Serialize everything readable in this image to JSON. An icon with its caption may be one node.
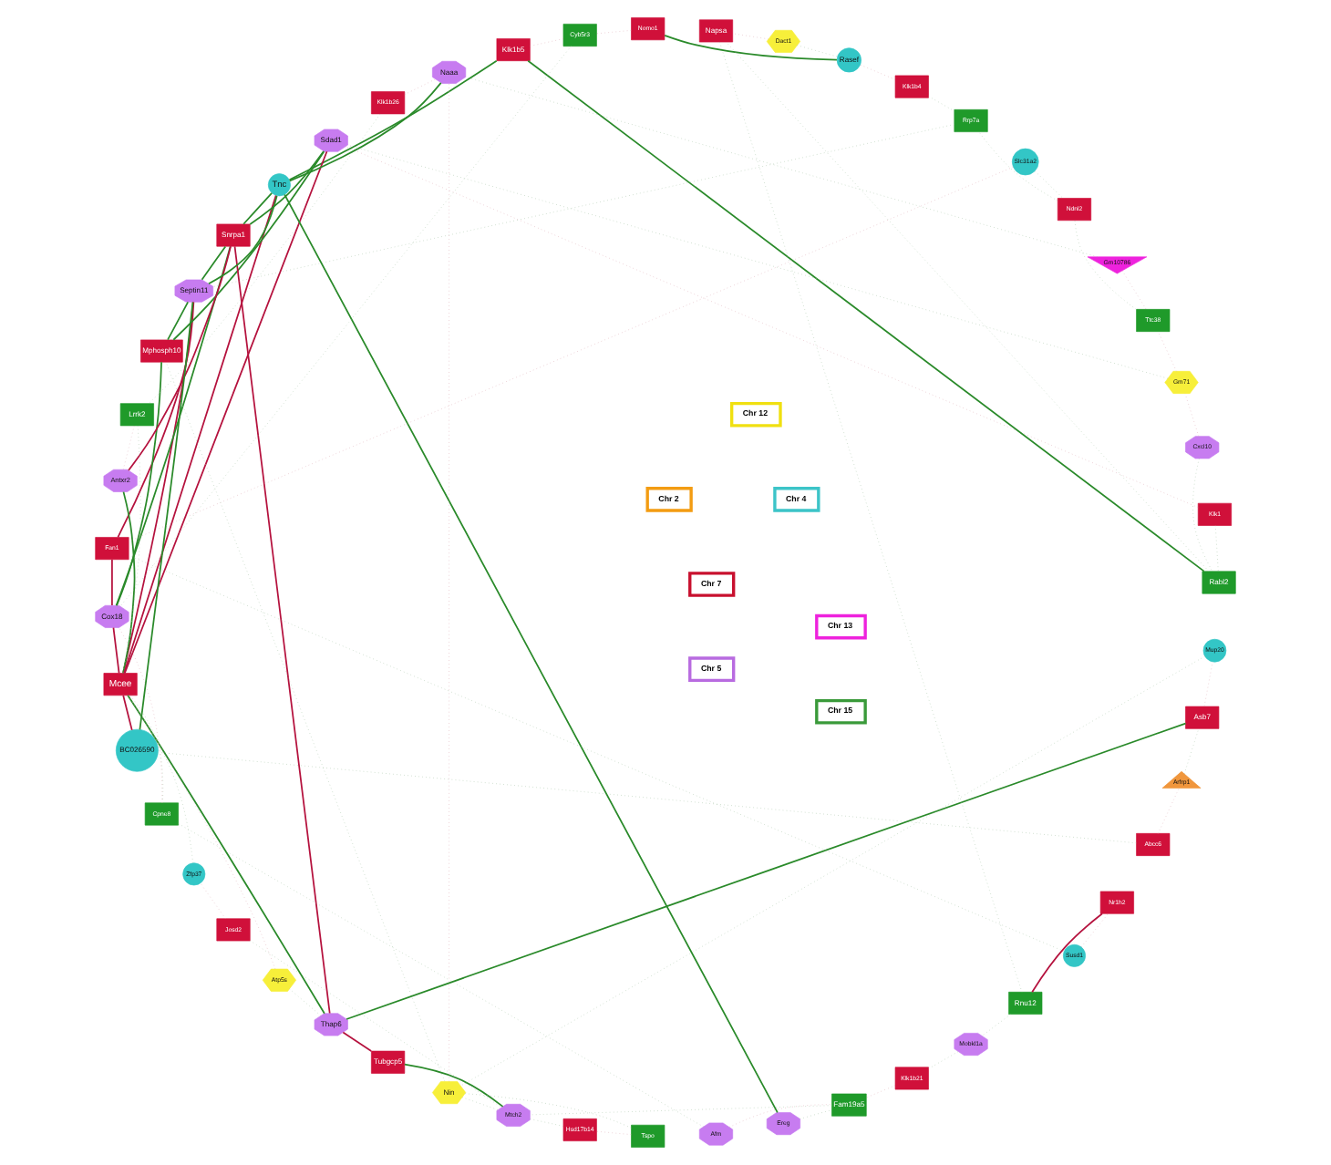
{
  "diagram": {
    "nodes": [
      {
        "text": [
          "Chr 7"
        ]
      },
      {
        "text": [
          "Nr1h2"
        ]
      },
      {
        "text": [
          "Klk1"
        ]
      },
      {
        "text": [
          "Klk1b21"
        ]
      },
      {
        "text": [
          "Klk1b4"
        ]
      },
      {
        "text": [
          "Josd2"
        ]
      },
      {
        "text": [
          "Abcc6"
        ]
      },
      {
        "text": [
          "Asb7"
        ]
      },
      {
        "text": [
          "Fan1"
        ]
      },
      {
        "text": [
          "Ndnl2"
        ]
      },
      {
        "text": [
          "Klk1b5"
        ]
      },
      {
        "text": [
          "Mcee"
        ]
      },
      {
        "text": [
          "Hsd17b14"
        ]
      },
      {
        "text": [
          "Mphosph10"
        ]
      },
      {
        "text": [
          "Klk1b26"
        ]
      },
      {
        "text": [
          "Napsa"
        ]
      },
      {
        "text": [
          "Nomo1"
        ]
      },
      {
        "text": [
          "Tubgcp5"
        ]
      },
      {
        "text": [
          "Snrpa1"
        ]
      },
      {
        "text": [
          "Chr 5"
        ]
      },
      {
        "text": [
          "Afm"
        ]
      },
      {
        "text": [
          "Cxcl10"
        ]
      },
      {
        "text": [
          "Ereg"
        ]
      },
      {
        "text": [
          "Mobkl1a"
        ]
      },
      {
        "text": [
          "Cox18"
        ]
      },
      {
        "text": [
          "Sdad1"
        ]
      },
      {
        "text": [
          "Mtch2"
        ]
      },
      {
        "text": [
          "Septin11"
        ]
      },
      {
        "text": [
          "Naaa"
        ]
      },
      {
        "text": [
          "Antxr2"
        ]
      },
      {
        "text": [
          "Thap6"
        ]
      },
      {
        "text": [
          "Rasef"
        ]
      },
      {
        "text": [
          "Mup20"
        ]
      },
      {
        "text": [
          "BC026590"
        ]
      },
      {
        "text": [
          "Slc31a2"
        ]
      },
      {
        "text": [
          "Susd1"
        ]
      },
      {
        "text": [
          "Tnc"
        ]
      },
      {
        "text": [
          "Zfp37"
        ]
      },
      {
        "text": [
          "Chr 4"
        ]
      },
      {
        "text": [
          "Arfrp1"
        ]
      },
      {
        "text": [
          "Chr 2"
        ]
      },
      {
        "text": [
          "Tspo"
        ]
      },
      {
        "text": [
          "Ttc38"
        ]
      },
      {
        "text": [
          "Cyb5r3"
        ]
      },
      {
        "text": [
          "Lrrk2"
        ]
      },
      {
        "text": [
          "Fam19a5"
        ]
      },
      {
        "text": [
          "Rabl2"
        ]
      },
      {
        "text": [
          "Rrp7a"
        ]
      },
      {
        "text": [
          "Cpne8"
        ]
      },
      {
        "text": [
          "Rnu12"
        ]
      },
      {
        "text": [
          "Chr 15"
        ]
      },
      {
        "text": [
          "Gm10786"
        ]
      },
      {
        "text": [
          "Chr 13"
        ]
      },
      {
        "text": [
          "Dact1"
        ]
      },
      {
        "text": [
          "Atp5s"
        ]
      },
      {
        "text": [
          "Gm71"
        ]
      },
      {
        "text": [
          "Nin"
        ]
      },
      {
        "text": [
          "Chr 12"
        ]
      }
    ],
    "edges": [
      {
        "from": 7,
        "to": 30,
        "arrow": "none",
        "color": "#2a8a2a"
      },
      {
        "from": 10,
        "to": 46,
        "arrow": "none",
        "color": "#2a8a2a"
      },
      {
        "from": 10,
        "to": 36,
        "arrow": "none",
        "color": "#2a8a2a"
      },
      {
        "from": 11,
        "to": 30,
        "arrow": "none",
        "color": "#2a8a2a"
      },
      {
        "from": 11,
        "to": 29,
        "arrow": "none",
        "color": "#2a8a2a"
      },
      {
        "from": 13,
        "to": 24,
        "arrow": "none",
        "color": "#2a8a2a"
      },
      {
        "from": 13,
        "to": 25,
        "arrow": "none",
        "color": "#2a8a2a"
      },
      {
        "from": 13,
        "to": 27,
        "arrow": "none",
        "color": "#2a8a2a"
      },
      {
        "from": 16,
        "to": 31,
        "arrow": "none",
        "color": "#2a8a2a"
      },
      {
        "from": 18,
        "to": 24,
        "arrow": "none",
        "color": "#2a8a2a"
      },
      {
        "from": 18,
        "to": 25,
        "arrow": "none",
        "color": "#2a8a2a"
      },
      {
        "from": 18,
        "to": 27,
        "arrow": "none",
        "color": "#2a8a2a"
      },
      {
        "from": 18,
        "to": 36,
        "arrow": "none",
        "color": "#2a8a2a"
      },
      {
        "from": 17,
        "to": 26,
        "arrow": "none",
        "color": "#2a8a2a"
      },
      {
        "from": 36,
        "to": 28,
        "arrow": "none",
        "color": "#2a8a2a"
      },
      {
        "from": 36,
        "to": 27,
        "arrow": "none",
        "color": "#2a8a2a"
      },
      {
        "from": 33,
        "to": 27,
        "arrow": "none",
        "color": "#2a8a2a"
      },
      {
        "from": 22,
        "to": 36,
        "arrow": "none",
        "color": "#2a8a2a"
      },
      {
        "from": 1,
        "to": 49,
        "arrow": "none",
        "color": "#b5123e"
      },
      {
        "from": 8,
        "to": 24,
        "arrow": "none",
        "color": "#b5123e"
      },
      {
        "from": 8,
        "to": 27,
        "arrow": "none",
        "color": "#b5123e"
      },
      {
        "from": 11,
        "to": 36,
        "arrow": "none",
        "color": "#b5123e"
      },
      {
        "from": 11,
        "to": 33,
        "arrow": "none",
        "color": "#b5123e"
      },
      {
        "from": 11,
        "to": 27,
        "arrow": "none",
        "color": "#b5123e"
      },
      {
        "from": 11,
        "to": 24,
        "arrow": "none",
        "color": "#b5123e"
      },
      {
        "from": 11,
        "to": 25,
        "arrow": "none",
        "color": "#b5123e"
      },
      {
        "from": 17,
        "to": 30,
        "arrow": "none",
        "color": "#b5123e"
      },
      {
        "from": 18,
        "to": 30,
        "arrow": "none",
        "color": "#b5123e"
      },
      {
        "from": 18,
        "to": 29,
        "arrow": "none",
        "color": "#b5123e"
      },
      {
        "from": 51,
        "to": 28,
        "arrow": "none",
        "style": "dashed",
        "color": "#9fbf9f"
      },
      {
        "from": 51,
        "to": 42,
        "arrow": "none",
        "style": "dashed",
        "color": "#d9a3ad"
      },
      {
        "from": 2,
        "to": 46,
        "arrow": "none",
        "style": "dashed",
        "color": "#9fbf9f"
      },
      {
        "from": 2,
        "to": 25,
        "arrow": "none",
        "style": "dashed",
        "color": "#d9a3ad"
      },
      {
        "from": 3,
        "to": 45,
        "arrow": "none",
        "style": "dashed",
        "color": "#d9a3ad"
      },
      {
        "from": 3,
        "to": 23,
        "arrow": "none",
        "style": "dashed",
        "color": "#9fbf9f"
      },
      {
        "from": 4,
        "to": 47,
        "arrow": "none",
        "style": "dashed",
        "color": "#9fbf9f"
      },
      {
        "from": 4,
        "to": 31,
        "arrow": "none",
        "style": "dashed",
        "color": "#d9a3ad"
      },
      {
        "from": 5,
        "to": 37,
        "arrow": "none",
        "style": "dashed",
        "color": "#d9a3ad"
      },
      {
        "from": 5,
        "to": 26,
        "arrow": "none",
        "style": "dashed",
        "color": "#9fbf9f"
      },
      {
        "from": 6,
        "to": 33,
        "arrow": "none",
        "style": "dashed",
        "color": "#9fbf9f"
      },
      {
        "from": 6,
        "to": 39,
        "arrow": "none",
        "style": "dashed",
        "color": "#d9a3ad"
      },
      {
        "from": 56,
        "to": 26,
        "arrow": "none",
        "style": "dashed",
        "color": "#9fbf9f"
      },
      {
        "from": 56,
        "to": 28,
        "arrow": "none",
        "style": "dashed",
        "color": "#d9a3ad"
      },
      {
        "from": 56,
        "to": 13,
        "arrow": "none",
        "style": "dashed",
        "color": "#9fbf9f"
      },
      {
        "from": 56,
        "to": 41,
        "arrow": "none",
        "style": "dashed",
        "color": "#9fbf9f"
      },
      {
        "from": 55,
        "to": 25,
        "arrow": "none",
        "style": "dashed",
        "color": "#9fbf9f"
      },
      {
        "from": 55,
        "to": 42,
        "arrow": "none",
        "style": "dashed",
        "color": "#d9a3ad"
      },
      {
        "from": 54,
        "to": 30,
        "arrow": "none",
        "style": "dashed",
        "color": "#9fbf9f"
      },
      {
        "from": 54,
        "to": 11,
        "arrow": "none",
        "style": "dashed",
        "color": "#d9a3ad"
      },
      {
        "from": 53,
        "to": 31,
        "arrow": "none",
        "style": "dashed",
        "color": "#9fbf9f"
      },
      {
        "from": 53,
        "to": 15,
        "arrow": "none",
        "style": "dashed",
        "color": "#d9a3ad"
      },
      {
        "from": 49,
        "to": 23,
        "arrow": "none",
        "style": "dashed",
        "color": "#9fbf9f"
      },
      {
        "from": 48,
        "to": 24,
        "arrow": "none",
        "style": "dashed",
        "color": "#d9a3ad"
      },
      {
        "from": 48,
        "to": 11,
        "arrow": "none",
        "style": "dashed",
        "color": "#9fbf9f"
      },
      {
        "from": 47,
        "to": 27,
        "arrow": "none",
        "style": "dashed",
        "color": "#9fbf9f"
      },
      {
        "from": 46,
        "to": 15,
        "arrow": "none",
        "style": "dashed",
        "color": "#9fbf9f"
      },
      {
        "from": 45,
        "to": 26,
        "arrow": "none",
        "style": "dashed",
        "color": "#9fbf9f"
      },
      {
        "from": 44,
        "to": 29,
        "arrow": "none",
        "style": "dashed",
        "color": "#d9a3ad"
      },
      {
        "from": 44,
        "to": 11,
        "arrow": "none",
        "style": "dashed",
        "color": "#9fbf9f"
      },
      {
        "from": 43,
        "to": 24,
        "arrow": "none",
        "style": "dashed",
        "color": "#9fbf9f"
      },
      {
        "from": 43,
        "to": 10,
        "arrow": "none",
        "style": "dashed",
        "color": "#d9a3ad"
      },
      {
        "from": 42,
        "to": 9,
        "arrow": "none",
        "style": "dashed",
        "color": "#9fbf9f"
      },
      {
        "from": 41,
        "to": 12,
        "arrow": "none",
        "style": "dashed",
        "color": "#d9a3ad"
      },
      {
        "from": 39,
        "to": 7,
        "arrow": "none",
        "style": "dashed",
        "color": "#9fbf9f"
      },
      {
        "from": 37,
        "to": 11,
        "arrow": "none",
        "style": "dashed",
        "color": "#9fbf9f"
      },
      {
        "from": 35,
        "to": 1,
        "arrow": "none",
        "style": "dashed",
        "color": "#d9a3ad"
      },
      {
        "from": 35,
        "to": 8,
        "arrow": "none",
        "style": "dashed",
        "color": "#9fbf9f"
      },
      {
        "from": 34,
        "to": 8,
        "arrow": "none",
        "style": "dashed",
        "color": "#d9a3ad"
      },
      {
        "from": 34,
        "to": 9,
        "arrow": "none",
        "style": "dashed",
        "color": "#9fbf9f"
      },
      {
        "from": 32,
        "to": 56,
        "arrow": "none",
        "style": "dashed",
        "color": "#9fbf9f"
      },
      {
        "from": 32,
        "to": 7,
        "arrow": "none",
        "style": "dashed",
        "color": "#d9a3ad"
      },
      {
        "from": 12,
        "to": 26,
        "arrow": "none",
        "style": "dashed",
        "color": "#9fbf9f"
      },
      {
        "from": 14,
        "to": 44,
        "arrow": "none",
        "style": "dashed",
        "color": "#9fbf9f"
      },
      {
        "from": 14,
        "to": 28,
        "arrow": "none",
        "style": "dashed",
        "color": "#d9a3ad"
      },
      {
        "from": 15,
        "to": 49,
        "arrow": "none",
        "style": "dashed",
        "color": "#9fbf9f"
      },
      {
        "from": 16,
        "to": 43,
        "arrow": "none",
        "style": "dashed",
        "color": "#d9a3ad"
      },
      {
        "from": 20,
        "to": 48,
        "arrow": "none",
        "style": "dashed",
        "color": "#9fbf9f"
      },
      {
        "from": 20,
        "to": 45,
        "arrow": "none",
        "style": "dashed",
        "color": "#d9a3ad"
      },
      {
        "from": 21,
        "to": 46,
        "arrow": "none",
        "style": "dashed",
        "color": "#9fbf9f"
      },
      {
        "from": 21,
        "to": 55,
        "arrow": "none",
        "style": "dashed",
        "color": "#d9a3ad"
      },
      {
        "from": 22,
        "to": 45,
        "arrow": "none",
        "style": "dashed",
        "color": "#9fbf9f"
      },
      {
        "from": 9,
        "to": 47,
        "arrow": "none",
        "style": "dashed",
        "color": "#9fbf9f"
      }
    ]
  }
}
